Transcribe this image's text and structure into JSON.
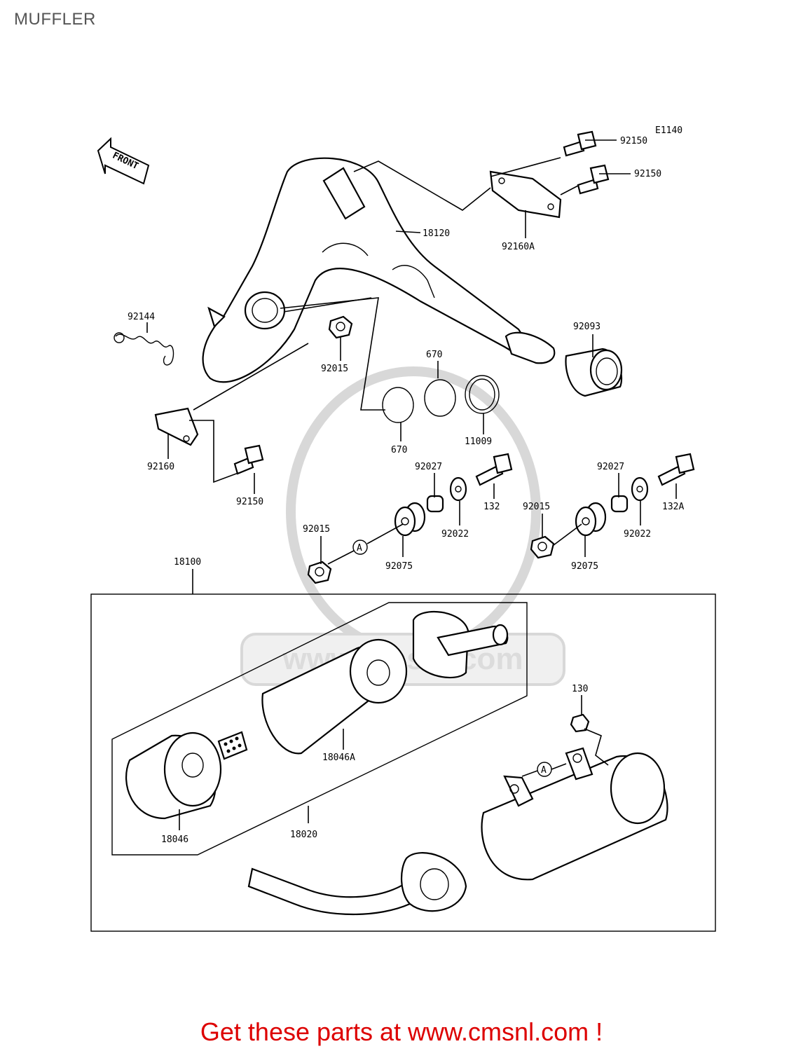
{
  "title": "MUFFLER",
  "diagram_code": "E1140",
  "front_label": "FRONT",
  "watermark": "www.cmsnl.com",
  "callouts": {
    "c92150a": "92150",
    "c92150b": "92150",
    "c92150c": "92150",
    "c92160a": "92160A",
    "c92160": "92160",
    "c18120": "18120",
    "c92144": "92144",
    "c92015a": "92015",
    "c92015b": "92015",
    "c92015c": "92015",
    "c670a": "670",
    "c670b": "670",
    "c11009": "11009",
    "c92093": "92093",
    "c92027a": "92027",
    "c92027b": "92027",
    "c132": "132",
    "c132a": "132A",
    "c92022a": "92022",
    "c92022b": "92022",
    "c92075a": "92075",
    "c92075b": "92075",
    "c18100": "18100",
    "c130": "130",
    "c18046a": "18046A",
    "c18046": "18046",
    "c18020": "18020",
    "refA1": "A",
    "refA2": "A"
  },
  "footer": "Get these parts at www.cmsnl.com !",
  "colors": {
    "footer": "#dd0000",
    "lines": "#000000",
    "watermark": "#d8d8d8"
  }
}
